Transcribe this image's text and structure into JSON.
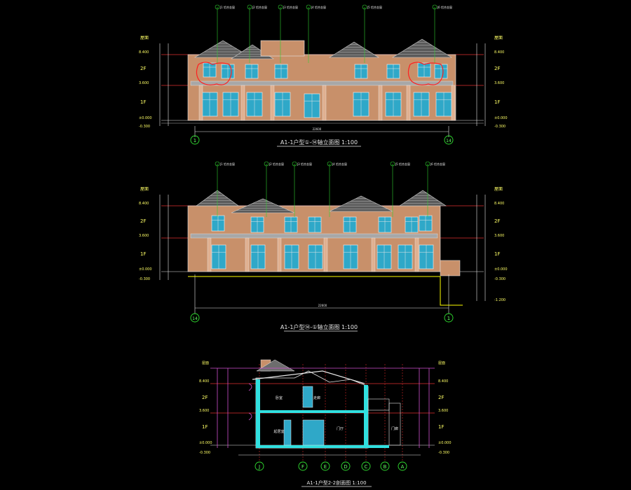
{
  "drawing": {
    "title": "CAD elevation and section drawing",
    "colors": {
      "background": "#000000",
      "wall": "#c8906a",
      "roof": "#d0d0d0",
      "glass": "#2fa8c8",
      "frame": "#e8e8e8",
      "level_line": "#e03030",
      "leader": "#30d030",
      "dimension": "#e8e8e8",
      "axis_circle": "#30e030",
      "cut_line": "#d050d0",
      "ground": "#ffff00"
    }
  },
  "views": [
    {
      "id": "front-elevation",
      "caption": "A1-1户型①-⑭轴立面图 1:100",
      "left_axis": "1",
      "right_axis": "14",
      "overall_dim": "22600",
      "floors_left": [
        "屋面",
        "2F",
        "1F"
      ],
      "floors_right": [
        "屋面",
        "2F",
        "1F"
      ],
      "levels": [
        "8.400",
        "3.600",
        "±0.000",
        "-0.300"
      ]
    },
    {
      "id": "rear-elevation",
      "caption": "A1-1户型⑭-①轴立面图 1:100",
      "left_axis": "14",
      "right_axis": "1",
      "overall_dim": "22600",
      "floors_left": [
        "屋面",
        "2F",
        "1F"
      ],
      "floors_right": [
        "屋面",
        "2F",
        "1F"
      ],
      "levels": [
        "8.400",
        "3.600",
        "±0.000",
        "-0.300",
        "-1.200"
      ]
    },
    {
      "id": "section",
      "caption": "A1-1户型2-2剖面图 1:100",
      "axes": [
        "J",
        "F",
        "E",
        "D",
        "C",
        "B",
        "A"
      ],
      "floors_left": [
        "屋面",
        "2F",
        "1F"
      ],
      "floors_right": [
        "屋面",
        "2F",
        "1F"
      ],
      "levels": [
        "8.400",
        "3.600",
        "±0.000",
        "-0.300"
      ],
      "room_labels": [
        "卧室",
        "走廊",
        "起居室",
        "门厅",
        "门廊"
      ]
    }
  ],
  "annotations": {
    "material_top": [
      "J1 铝合金窗",
      "J2 铝合金窗",
      "J3 铝合金窗",
      "J4 铝合金窗",
      "J5 铝合金窗",
      "J6 铝合金窗"
    ],
    "material_bottom": [
      "J1 铝合金窗",
      "J2 铝合金窗",
      "J3 铝合金窗",
      "J4 铝合金窗",
      "J5 铝合金窗",
      "J6 铝合金窗"
    ]
  }
}
